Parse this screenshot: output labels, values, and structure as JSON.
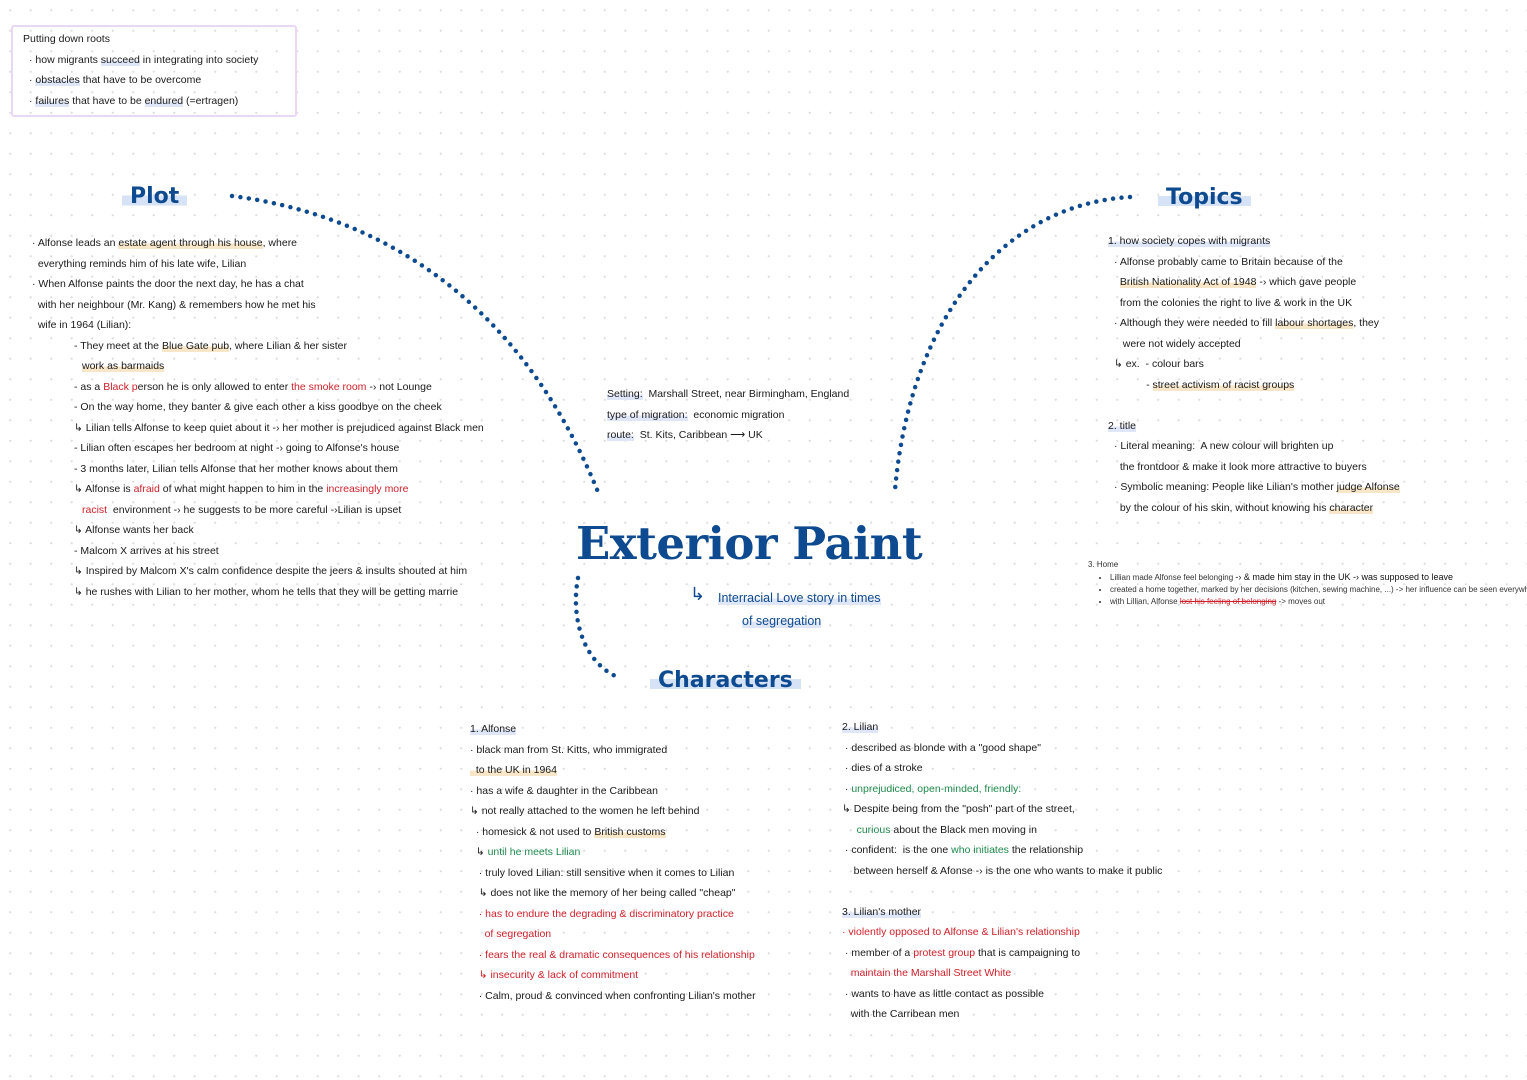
{
  "intro": {
    "title": "Putting down roots",
    "lines": [
      {
        "level": 3,
        "segs": [
          {
            "t": "· how migrants "
          },
          {
            "t": "succeed",
            "s": "hlb"
          },
          {
            "t": " in integrating into society"
          }
        ]
      },
      {
        "level": 3,
        "segs": [
          {
            "t": "· "
          },
          {
            "t": "obstacles",
            "s": "hlb"
          },
          {
            "t": " that have to be overcome"
          }
        ]
      },
      {
        "level": 3,
        "segs": [
          {
            "t": "· "
          },
          {
            "t": "failures",
            "s": "hlb"
          },
          {
            "t": " that have to be "
          },
          {
            "t": "endured",
            "s": "hlb"
          },
          {
            "t": " (=ertragen)"
          }
        ]
      }
    ]
  },
  "headings": {
    "plot": "Plot",
    "topics": "Topics",
    "characters": "Characters"
  },
  "title": "Exterior Paint",
  "tagline": {
    "arrow": "↳",
    "line1": "Interracial Love story in times",
    "line2": "of segregation"
  },
  "setting": [
    {
      "level": 0,
      "segs": [
        {
          "t": "Setting:",
          "s": "hlb"
        },
        {
          "t": "  Marshall Street, near Birmingham, England"
        }
      ]
    },
    {
      "level": 0,
      "segs": [
        {
          "t": "type of migration:",
          "s": "hlb"
        },
        {
          "t": "  economic migration"
        }
      ]
    },
    {
      "level": 0,
      "segs": [
        {
          "t": "route:",
          "s": "hlb"
        },
        {
          "t": "  St. Kits, Caribbean ⟶ UK"
        }
      ]
    }
  ],
  "plot": [
    {
      "level": 0,
      "segs": [
        {
          "t": "· Alfonse leads an "
        },
        {
          "t": "estate agent through his house",
          "s": "hl"
        },
        {
          "t": ", where"
        }
      ]
    },
    {
      "level": 0,
      "segs": [
        {
          "t": "  everything reminds him of his late wife, Lilian"
        }
      ]
    },
    {
      "level": 0,
      "segs": [
        {
          "t": "· When Alfonse paints the door the next day, he has a chat"
        }
      ]
    },
    {
      "level": 0,
      "segs": [
        {
          "t": "  with her neighbour (Mr. Kang) & remembers how he met his"
        }
      ]
    },
    {
      "level": 0,
      "segs": [
        {
          "t": "  wife in 1964 (Lilian):"
        }
      ]
    },
    {
      "level": 1,
      "segs": [
        {
          "t": "- They meet at the "
        },
        {
          "t": "Blue Gate pub",
          "s": "hl"
        },
        {
          "t": ", where Lilian & her sister"
        }
      ]
    },
    {
      "level": 2,
      "segs": [
        {
          "t": "work as barmaids",
          "s": "hl"
        }
      ]
    },
    {
      "level": 1,
      "segs": [
        {
          "t": "- as a "
        },
        {
          "t": "Black p",
          "s": "red"
        },
        {
          "t": "erson he is only allowed to enter "
        },
        {
          "t": "the smoke room",
          "s": "red"
        },
        {
          "t": " -› not Lounge"
        }
      ]
    },
    {
      "level": 1,
      "segs": [
        {
          "t": "- On the way home, they banter & give each other a kiss goodbye on the cheek"
        }
      ]
    },
    {
      "level": 1,
      "segs": [
        {
          "t": "↳ Lilian tells Alfonse to keep quiet about it -› her mother is prejudiced against Black men"
        }
      ]
    },
    {
      "level": 1,
      "segs": [
        {
          "t": "- Lilian often escapes her bedroom at night -› going to Alfonse's house"
        }
      ]
    },
    {
      "level": 1,
      "segs": [
        {
          "t": "- 3 months later, Lilian tells Alfonse that her mother knows about them"
        }
      ]
    },
    {
      "level": 1,
      "segs": [
        {
          "t": "↳ Alfonse is "
        },
        {
          "t": "afraid",
          "s": "red"
        },
        {
          "t": " of what might happen to him in the "
        },
        {
          "t": "increasingly more",
          "s": "red"
        }
      ]
    },
    {
      "level": 2,
      "segs": [
        {
          "t": "racist",
          "s": "red"
        },
        {
          "t": "  environment -› he suggests to be more careful -›Lilian is upset"
        }
      ]
    },
    {
      "level": 1,
      "segs": [
        {
          "t": "↳ Alfonse wants her back"
        }
      ]
    },
    {
      "level": 1,
      "segs": [
        {
          "t": "- Malcom X arrives at his street"
        }
      ]
    },
    {
      "level": 1,
      "segs": [
        {
          "t": "↳ Inspired by Malcom X's calm confidence despite the jeers & insults shouted at him"
        }
      ]
    },
    {
      "level": 1,
      "segs": [
        {
          "t": "↳ he rushes with Lilian to her mother, whom he tells that they will be getting marrie"
        }
      ]
    }
  ],
  "topics": [
    {
      "level": 0,
      "segs": [
        {
          "t": "1. how society copes with migrants",
          "s": "hlb"
        }
      ]
    },
    {
      "level": 3,
      "segs": [
        {
          "t": "· Alfonse probably came to Britain because of the"
        }
      ]
    },
    {
      "level": 3,
      "segs": [
        {
          "t": "  "
        },
        {
          "t": "British Nationality Act of 1948",
          "s": "hl"
        },
        {
          "t": " -› which gave people"
        }
      ]
    },
    {
      "level": 3,
      "segs": [
        {
          "t": "  from the colonies the right to live & work in the UK"
        }
      ]
    },
    {
      "level": 3,
      "segs": [
        {
          "t": "· Although they were needed to fill "
        },
        {
          "t": "labour shortages",
          "s": "hl"
        },
        {
          "t": ", they"
        }
      ]
    },
    {
      "level": 3,
      "segs": [
        {
          "t": "   were not widely accepted"
        }
      ]
    },
    {
      "level": 3,
      "segs": [
        {
          "t": "↳ ex.  - colour bars"
        }
      ]
    },
    {
      "level": 3,
      "segs": [
        {
          "t": "           - "
        },
        {
          "t": "street activism of racist groups",
          "s": "hl"
        }
      ]
    },
    {
      "level": 3,
      "segs": [
        {
          "t": ""
        }
      ]
    },
    {
      "level": 0,
      "segs": [
        {
          "t": "2. title",
          "s": "hlb"
        }
      ]
    },
    {
      "level": 3,
      "segs": [
        {
          "t": "· Literal meaning:  A new colour will brighten up"
        }
      ]
    },
    {
      "level": 3,
      "segs": [
        {
          "t": "  the frontdoor & make it look more attractive to buyers"
        }
      ]
    },
    {
      "level": 3,
      "segs": [
        {
          "t": "· Symbolic meaning: People like Lilian's mother "
        },
        {
          "t": "judge Alfonse",
          "s": "hl"
        }
      ]
    },
    {
      "level": 3,
      "segs": [
        {
          "t": "  by the colour of his skin, without knowing his "
        },
        {
          "t": "character",
          "s": "hl"
        }
      ]
    }
  ],
  "home": {
    "title": "3. Home",
    "items": [
      {
        "segs": [
          {
            "t": "Lillian made Alfonse feel belonging "
          },
          {
            "t": "-› & made him stay in the UK -› was supposed to leave",
            "s": "hand"
          }
        ]
      },
      {
        "segs": [
          {
            "t": "created a home together, marked by her decisions (kitchen, sewing machine, ...) -> her influence can be seen everywhere"
          }
        ]
      },
      {
        "segs": [
          {
            "t": "with Lillian, Alfonse "
          },
          {
            "t": "lost his feeling of belonging",
            "s": "strike"
          },
          {
            "t": " -> moves out"
          }
        ]
      }
    ]
  },
  "alfonse": [
    {
      "level": 0,
      "segs": [
        {
          "t": "1. Alfonse",
          "s": "hlb"
        }
      ]
    },
    {
      "level": 0,
      "segs": [
        {
          "t": "· black man from St. Kitts, who immigrated"
        }
      ]
    },
    {
      "level": 0,
      "segs": [
        {
          "t": "  to the UK in 1964",
          "s": "hl"
        }
      ]
    },
    {
      "level": 0,
      "segs": [
        {
          "t": "· has a wife & daughter in the Caribbean"
        }
      ]
    },
    {
      "level": 0,
      "segs": [
        {
          "t": "↳ not really attached to the women he left behind"
        }
      ]
    },
    {
      "level": 0,
      "segs": [
        {
          "t": "  · homesick & not used to "
        },
        {
          "t": "British customs",
          "s": "hl"
        }
      ]
    },
    {
      "level": 0,
      "segs": [
        {
          "t": "  ↳ "
        },
        {
          "t": "until he meets Lilian",
          "s": "green"
        }
      ]
    },
    {
      "level": 0,
      "segs": [
        {
          "t": "   · truly loved Lilian: still sensitive when it comes to Lilian"
        }
      ]
    },
    {
      "level": 0,
      "segs": [
        {
          "t": "   ↳ does not like the memory of her being called \"cheap\""
        }
      ]
    },
    {
      "level": 0,
      "segs": [
        {
          "t": "   · has to endure the degrading & discriminatory practice",
          "s": "red"
        }
      ]
    },
    {
      "level": 0,
      "segs": [
        {
          "t": "     of segregation",
          "s": "red"
        }
      ]
    },
    {
      "level": 0,
      "segs": [
        {
          "t": "   · fears the real & dramatic consequences of his relationship",
          "s": "red"
        }
      ]
    },
    {
      "level": 0,
      "segs": [
        {
          "t": "   ↳ insecurity & lack of commitment",
          "s": "red"
        }
      ]
    },
    {
      "level": 0,
      "segs": [
        {
          "t": "   · Calm, proud & convinced when confronting Lilian's mother"
        }
      ]
    }
  ],
  "lilian": [
    {
      "level": 0,
      "segs": [
        {
          "t": "2. Lilian",
          "s": "hlb"
        }
      ]
    },
    {
      "level": 0,
      "segs": [
        {
          "t": " · described as blonde with a \"good shape\""
        }
      ]
    },
    {
      "level": 0,
      "segs": [
        {
          "t": " · dies of a stroke"
        }
      ]
    },
    {
      "level": 0,
      "segs": [
        {
          "t": " · "
        },
        {
          "t": "unprejudiced, open-minded, friendly:",
          "s": "green"
        }
      ]
    },
    {
      "level": 0,
      "segs": [
        {
          "t": "↳ Despite being from the \"posh\" part of the street,"
        }
      ]
    },
    {
      "level": 0,
      "segs": [
        {
          "t": "     "
        },
        {
          "t": "curious",
          "s": "green"
        },
        {
          "t": " about the Black men moving in"
        }
      ]
    },
    {
      "level": 0,
      "segs": [
        {
          "t": " · confident:  is the one "
        },
        {
          "t": "who initiates",
          "s": "green"
        },
        {
          "t": " the relationship"
        }
      ]
    },
    {
      "level": 0,
      "segs": [
        {
          "t": "    between herself & Afonse -› is the one who wants to make it public"
        }
      ]
    },
    {
      "level": 0,
      "segs": [
        {
          "t": ""
        }
      ]
    },
    {
      "level": 0,
      "segs": [
        {
          "t": "3. Lilian's mother",
          "s": "hlb"
        }
      ]
    },
    {
      "level": 0,
      "segs": [
        {
          "t": "· violently opposed to Alfonse & Lilian's relationship",
          "s": "red"
        }
      ]
    },
    {
      "level": 0,
      "segs": [
        {
          "t": " · member of a "
        },
        {
          "t": "protest group",
          "s": "red"
        },
        {
          "t": " that is campaigning to"
        }
      ]
    },
    {
      "level": 0,
      "segs": [
        {
          "t": "   "
        },
        {
          "t": "maintain the Marshall Street White",
          "s": "red"
        }
      ]
    },
    {
      "level": 0,
      "segs": [
        {
          "t": " · wants to have as little contact as possible"
        }
      ]
    },
    {
      "level": 0,
      "segs": [
        {
          "t": "   with the Carribean men"
        }
      ]
    }
  ],
  "colors": {
    "accent": "#0d4a8f",
    "red": "#d0202a",
    "green": "#1f8a4c",
    "intro_border": "#ead7f3"
  }
}
